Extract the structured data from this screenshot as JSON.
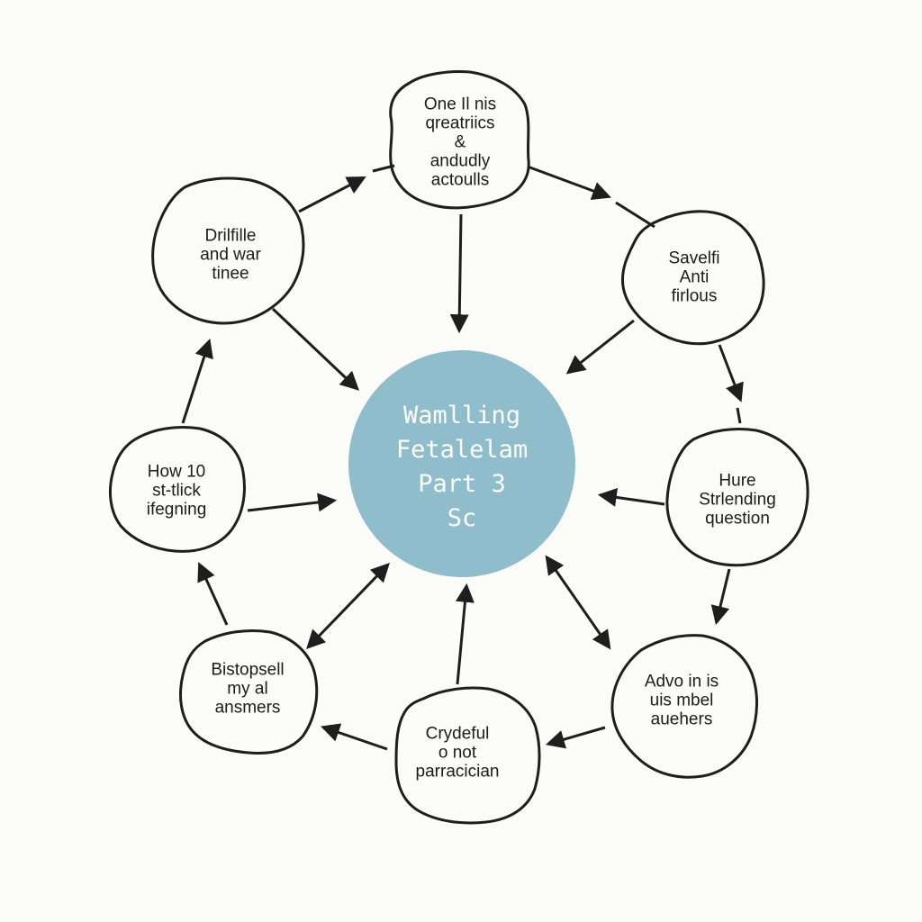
{
  "diagram": {
    "center": {
      "lines": [
        "Wamlling",
        "Fetalelam",
        "Part 3",
        "Sc"
      ],
      "fill": "#8fbdcc"
    },
    "nodes": [
      {
        "id": "top",
        "lines": [
          "One Il nis",
          "qreatriics",
          "&",
          "andudly",
          "actoulls"
        ]
      },
      {
        "id": "upper-right",
        "lines": [
          "Savelfi",
          "Anti",
          "firlous"
        ]
      },
      {
        "id": "right",
        "lines": [
          "Hure",
          "Strlending",
          "question"
        ]
      },
      {
        "id": "lower-right",
        "lines": [
          "Advo in is",
          "uis mbel",
          "auehers"
        ]
      },
      {
        "id": "bottom",
        "lines": [
          "Crydeful",
          "o not",
          "parracician"
        ]
      },
      {
        "id": "lower-left",
        "lines": [
          "Bistopsell",
          "my al",
          "ansmers"
        ]
      },
      {
        "id": "left",
        "lines": [
          "How 10",
          "st-tlick",
          "ifegning"
        ]
      },
      {
        "id": "upper-left",
        "lines": [
          "Drilfille",
          "and war",
          "tinee"
        ]
      }
    ],
    "stroke_color": "#1e1e1e"
  }
}
